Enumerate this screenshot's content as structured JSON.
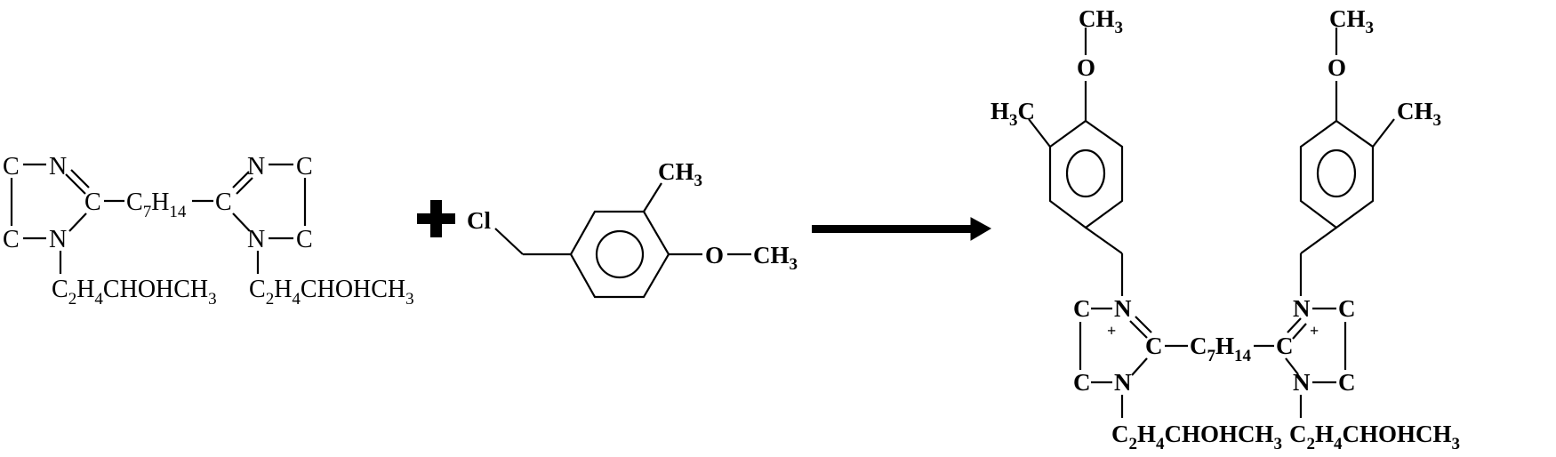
{
  "scheme": {
    "type": "chemical-reaction",
    "reactant_1": {
      "name": "bis-imidazoline",
      "ring_atoms": [
        "C",
        "N",
        "C",
        "N",
        "C"
      ],
      "linker": {
        "main": "C",
        "sub1": "7",
        "main2": "H",
        "sub2": "14"
      },
      "substituent": {
        "parts": [
          "C",
          "2",
          "H",
          "4",
          "CHOHCH",
          "3"
        ]
      }
    },
    "plus_operator": "+",
    "reactant_2": {
      "name": "4-methoxy-3-methylbenzyl chloride",
      "cl_label": "Cl",
      "methyl": {
        "main": "CH",
        "sub": "3"
      },
      "methoxy": {
        "o": "O",
        "main": "CH",
        "sub": "3"
      }
    },
    "arrow": "reaction-arrow",
    "product": {
      "name": "bis-imidazolinium quaternary salt",
      "charge": "+",
      "left_methyl": {
        "main_h": "H",
        "sub": "3",
        "main_c": "C"
      },
      "right_methyl": {
        "main": "CH",
        "sub": "3"
      },
      "methoxy_top": {
        "main": "CH",
        "sub": "3",
        "o": "O"
      },
      "atoms": {
        "C": "C",
        "N": "N"
      },
      "linker": {
        "main": "C",
        "sub1": "7",
        "main2": "H",
        "sub2": "14"
      },
      "substituent": {
        "parts": [
          "C",
          "2",
          "H",
          "4",
          "CHOHCH",
          "3"
        ]
      }
    }
  }
}
